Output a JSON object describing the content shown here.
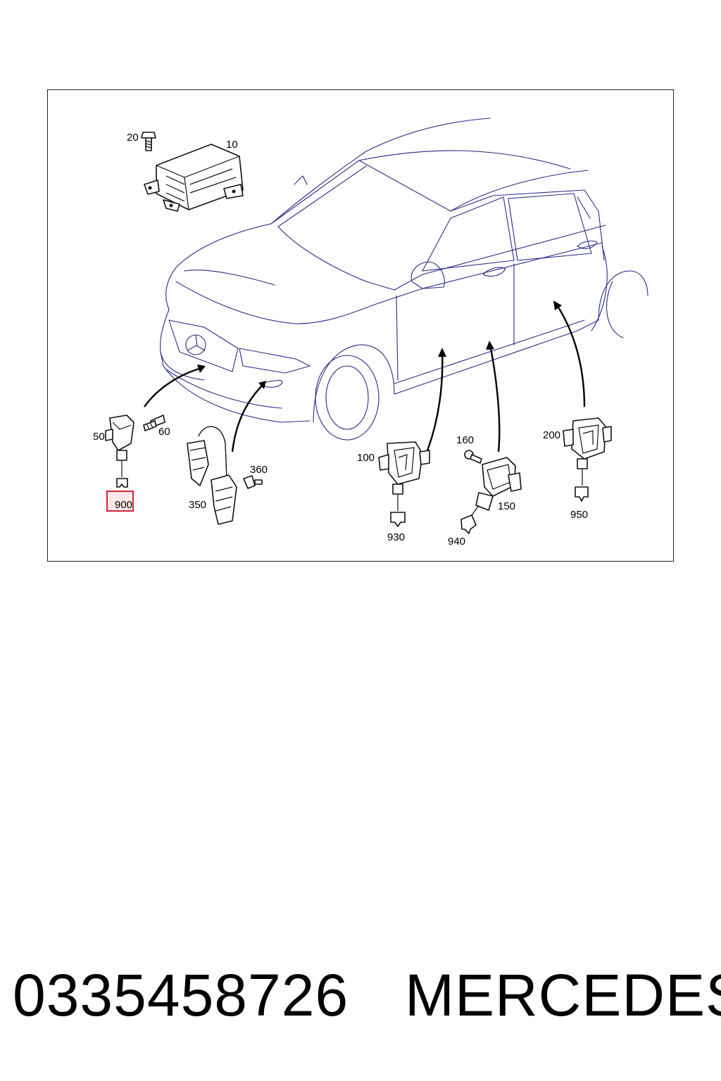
{
  "callouts": {
    "c10": "10",
    "c20": "20",
    "c50": "50",
    "c60": "60",
    "c100": "100",
    "c150": "150",
    "c160": "160",
    "c200": "200",
    "c350": "350",
    "c360": "360",
    "c900": "900",
    "c930": "930",
    "c940": "940",
    "c950": "950"
  },
  "highlighted_callout": "900",
  "caption": {
    "part_number": "0335458726",
    "brand": "MERCEDES"
  },
  "colors": {
    "car_outline": "#2a2a8a",
    "highlight_border": "#d0253a",
    "highlight_fill": "#fde8ec"
  }
}
